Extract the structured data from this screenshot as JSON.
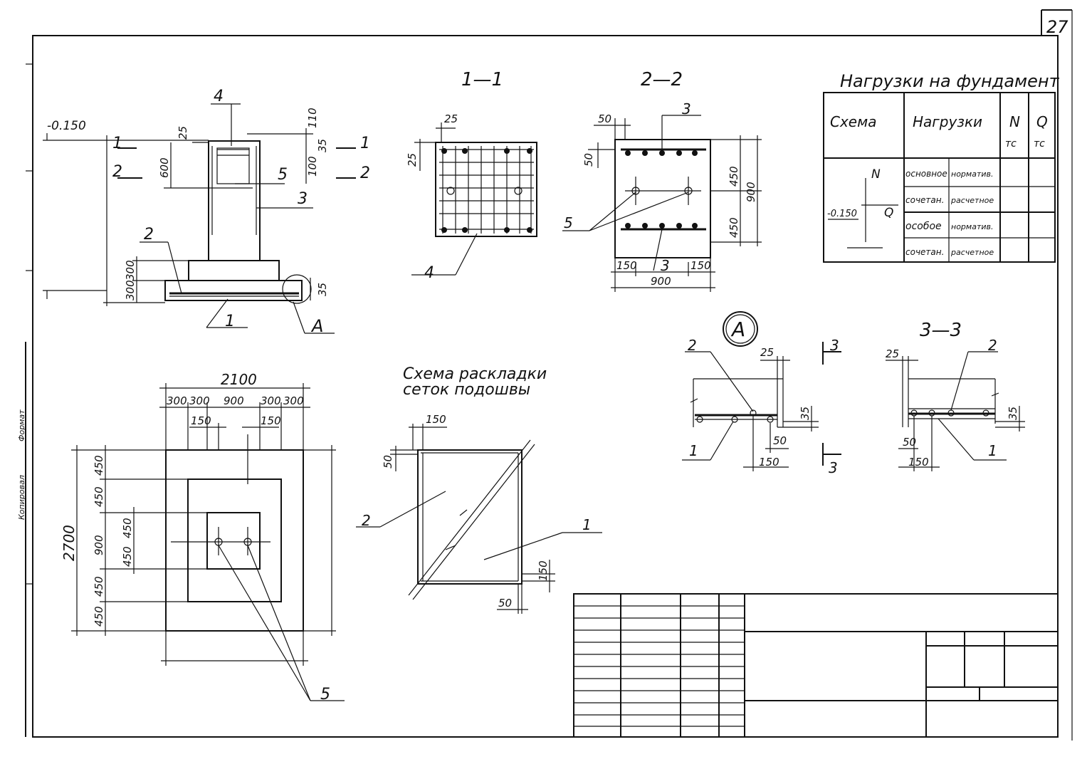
{
  "sheet": {
    "number": "27"
  },
  "elevation_view": {
    "level_top": "-0.150",
    "section_1_label": "1",
    "section_2_label": "2",
    "dims": {
      "d25": "25",
      "d110": "110",
      "d35_top": "35",
      "d100": "100",
      "d600": "600",
      "d300a": "300",
      "d300b": "300",
      "d35_bottom": "35"
    },
    "callouts": {
      "c1": "1",
      "c2": "2",
      "c3": "3",
      "c4": "4",
      "c5": "5"
    },
    "detail_ref": "A"
  },
  "section_1_1": {
    "title": "1—1",
    "dims": {
      "d25_top": "25",
      "d25_left": "25"
    },
    "callout": "4"
  },
  "section_2_2": {
    "title": "2—2",
    "dims": {
      "d50_top": "50",
      "d50_left": "50",
      "d450_top": "450",
      "d450_bottom": "450",
      "d900_right": "900",
      "d150_left": "150",
      "d150_right": "150",
      "d900_bottom": "900"
    },
    "callouts": {
      "c3_top": "3",
      "c3_bottom": "3",
      "c5": "5"
    }
  },
  "loads_table": {
    "title": "Нагрузки на фундамент",
    "col_scheme": "Схема",
    "col_loads": "Нагрузки",
    "col_n": "N",
    "col_n_unit": "тс",
    "col_q": "Q",
    "col_q_unit": "тс",
    "scheme_n": "N",
    "scheme_q": "Q",
    "scheme_level": "-0.150",
    "rows": [
      {
        "combo": "основное",
        "type": "норматив.",
        "n": "",
        "q": ""
      },
      {
        "combo": "сочетан.",
        "type": "расчетное",
        "n": "",
        "q": ""
      },
      {
        "combo": "особое",
        "type": "норматив.",
        "n": "",
        "q": ""
      },
      {
        "combo": "сочетан.",
        "type": "расчетное",
        "n": "",
        "q": ""
      }
    ]
  },
  "detail_a": {
    "label": "A",
    "dims": {
      "d25": "25",
      "d35": "35",
      "d50": "50",
      "d150": "150"
    },
    "callouts": {
      "c1": "1",
      "c2": "2"
    },
    "cut_label": "3"
  },
  "section_3_3": {
    "title": "3—3",
    "dims": {
      "d25": "25",
      "d35": "35",
      "d50": "50",
      "d150": "150"
    },
    "callouts": {
      "c1": "1",
      "c2": "2"
    }
  },
  "plan_view": {
    "dims_top": {
      "total": "2100",
      "a": "300",
      "b": "300",
      "c": "900",
      "d": "300",
      "e": "300",
      "off_l": "150",
      "off_r": "150"
    },
    "dims_left": {
      "total": "2700",
      "a": "450",
      "b": "450",
      "c": "900",
      "d": "450",
      "e": "450"
    },
    "dims_inner": {
      "a": "450",
      "b": "450"
    },
    "callout": "5"
  },
  "mesh_scheme": {
    "title_line1": "Схема раскладки",
    "title_line2": "сеток подошвы",
    "dims": {
      "d150_top": "150",
      "d50_left": "50",
      "d150_right": "150",
      "d50_bottom": "50"
    },
    "callouts": {
      "c1": "1",
      "c2": "2"
    }
  },
  "margin_text": {
    "line1": "Копировал",
    "line2": "Формат"
  }
}
